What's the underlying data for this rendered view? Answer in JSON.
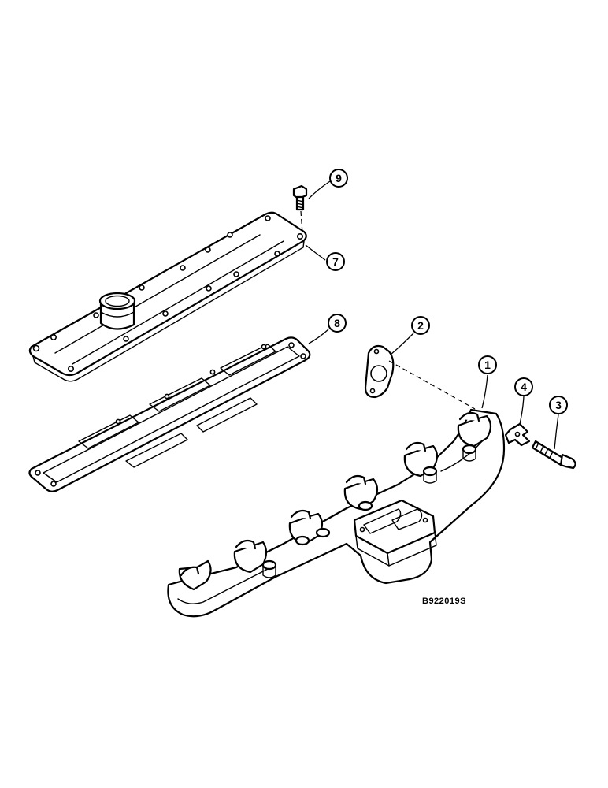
{
  "figure_code": "B922019S",
  "callouts": [
    "1",
    "2",
    "3",
    "4",
    "7",
    "8",
    "9"
  ]
}
